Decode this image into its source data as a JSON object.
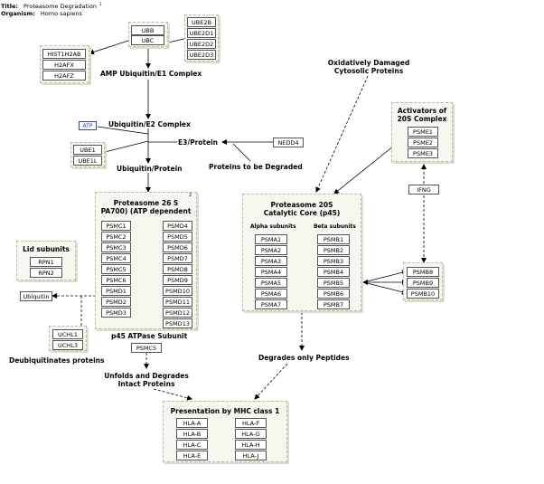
{
  "header": {
    "title_label": "Title:",
    "title_value": "Proteasome Degradation",
    "title_note": "1",
    "organism_label": "Organism:",
    "organism_value": "Homo sapiens"
  },
  "genes": {
    "ubiquitin": [
      "UBB",
      "UBC"
    ],
    "ube2": [
      "UBE2B",
      "UBE2D1",
      "UBE2D2",
      "UBE2D3"
    ],
    "hist": [
      "HIST1H2AB",
      "H2AFX",
      "H2AFZ"
    ],
    "ube1": [
      "UBE1",
      "UBE1L"
    ],
    "nedd": "NEDD4",
    "atp": "ATP",
    "ifng": "IFNG",
    "psmc_left": [
      "PSMC1",
      "PSMC2",
      "PSMC3",
      "PSMC4",
      "PSMC5",
      "PSMC6",
      "PSMD1",
      "PSMD2",
      "PSMD3"
    ],
    "psmd_right": [
      "PSMD4",
      "PSMD5",
      "PSMD6",
      "PSMD7",
      "PSMD8",
      "PSMD9",
      "PSMD10",
      "PSMD11",
      "PSMD12",
      "PSMD13"
    ],
    "lid": [
      "RPN1",
      "RPN2"
    ],
    "ubiquitin_box": "Ubiquitin",
    "uchl": [
      "UCHL1",
      "UCHL3"
    ],
    "psmc5": "PSMC5",
    "alpha": [
      "PSMA1",
      "PSMA2",
      "PSMA3",
      "PSMA4",
      "PSMA5",
      "PSMA6",
      "PSMA7"
    ],
    "beta": [
      "PSMB1",
      "PSMB2",
      "PSMB3",
      "PSMB4",
      "PSMB5",
      "PSMB6",
      "PSMB7"
    ],
    "activators": [
      "PSME1",
      "PSME2",
      "PSME3"
    ],
    "psmb_ind": [
      "PSMB8",
      "PSMB9",
      "PSMB10"
    ],
    "hla_left": [
      "HLA-A",
      "HLA-B",
      "HLA-C",
      "HLA-E"
    ],
    "hla_right": [
      "HLA-F",
      "HLA-G",
      "HLA-H",
      "HLA-J"
    ]
  },
  "labels": {
    "amp_e1": "AMP Ubiquitin/E1 Complex",
    "ub_e2": "Ubiquitin/E2 Complex",
    "e3": "E3/Protein",
    "proteins_deg": "Proteins to be Degraded",
    "ub_protein": "Ubiquitin/Protein",
    "oxid1": "Oxidatively Damaged",
    "oxid2": "Cytosolic Proteins",
    "activators1": "Activators of",
    "activators2": "20S Complex",
    "p26_1": "Proteasome 26 S",
    "p26_2": "PA700) (ATP dependent",
    "p26_note": "2",
    "p20_1": "Proteasome 20S",
    "p20_2": "Catalytic Core (p45)",
    "alpha": "Alpha subunits",
    "beta": "Beta subunits",
    "lid": "Lid subunits",
    "p45": "p45 ATPase Subunit",
    "deubiq": "Deubiquitinates proteins",
    "unfolds1": "Unfolds and Degrades",
    "unfolds2": "Intact Proteins",
    "degrades_pep": "Degrades only Peptides",
    "mhc": "Presentation by MHC class 1"
  }
}
